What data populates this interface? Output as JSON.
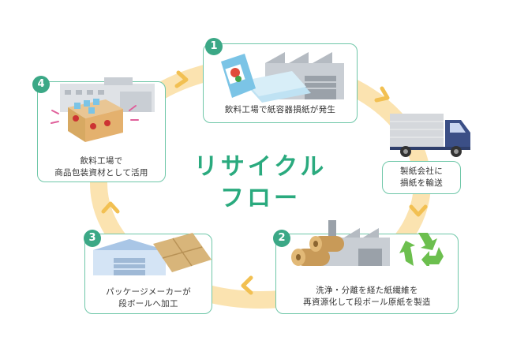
{
  "title": {
    "line1": "リサイクル",
    "line2": "フロー"
  },
  "steps": [
    {
      "number": "1",
      "lines": [
        "飲料工場で紙容器損紙が発生"
      ]
    },
    {
      "number": "",
      "lines": [
        "製紙会社に",
        "損紙を輸送"
      ]
    },
    {
      "number": "2",
      "lines": [
        "洗浄・分離を経た紙繊維を",
        "再資源化して段ボール原紙を製造"
      ]
    },
    {
      "number": "3",
      "lines": [
        "パッケージメーカーが",
        "段ボールへ加工"
      ]
    },
    {
      "number": "4",
      "lines": [
        "飲料工場で",
        "商品包装資材として活用"
      ]
    }
  ],
  "colors": {
    "ring": "#fbe3b0",
    "arrow": "#f2c052",
    "border": "#6fc7a8",
    "accent": "#3ba886",
    "title": "#2aaa7e"
  }
}
